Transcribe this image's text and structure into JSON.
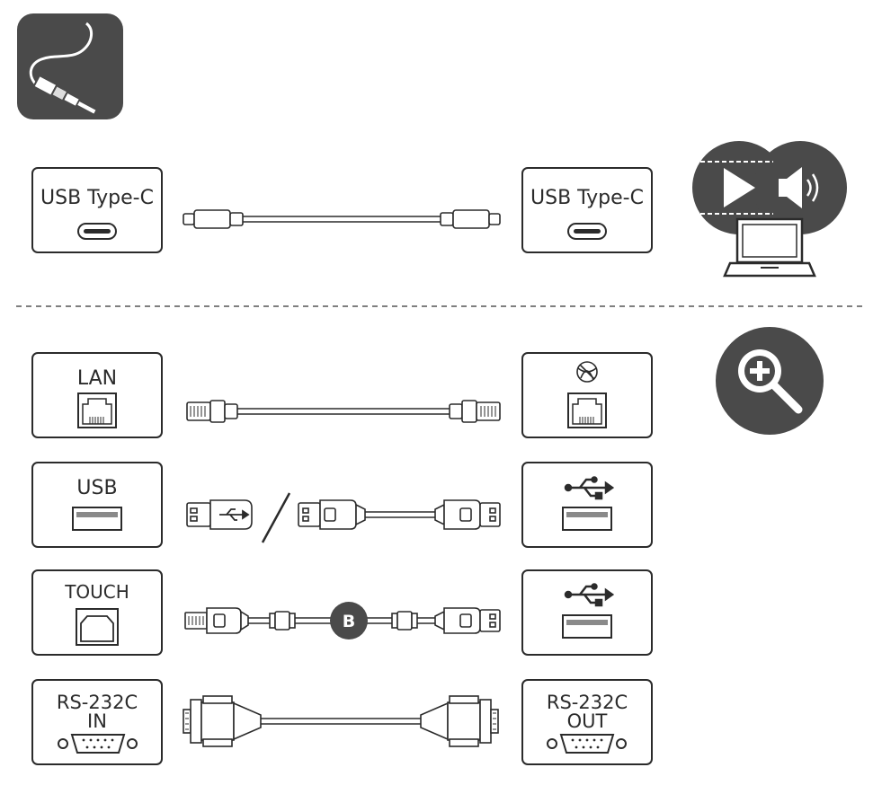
{
  "connections": [
    {
      "left_label": "USB Type-C",
      "right_label": "USB Type-C"
    },
    {
      "left_label": "LAN",
      "right_label": ""
    },
    {
      "left_label": "USB",
      "right_label": ""
    },
    {
      "left_label": "TOUCH",
      "right_label": ""
    },
    {
      "left_label_line1": "RS-232C",
      "left_label_line2": "IN",
      "right_label_line1": "RS-232C",
      "right_label_line2": "OUT"
    }
  ],
  "touch_cable_badge": "B",
  "icons": {
    "header": "cable-icon",
    "media": "play-speaker-laptop-icon",
    "zoom": "zoom-in-icon",
    "network": "globe-icon",
    "usb_symbol": "usb-trident-icon"
  },
  "colors": {
    "icon_bg": "#4a4a4a",
    "stroke": "#2b2b2b",
    "fill_gray": "#8a8a8a"
  }
}
